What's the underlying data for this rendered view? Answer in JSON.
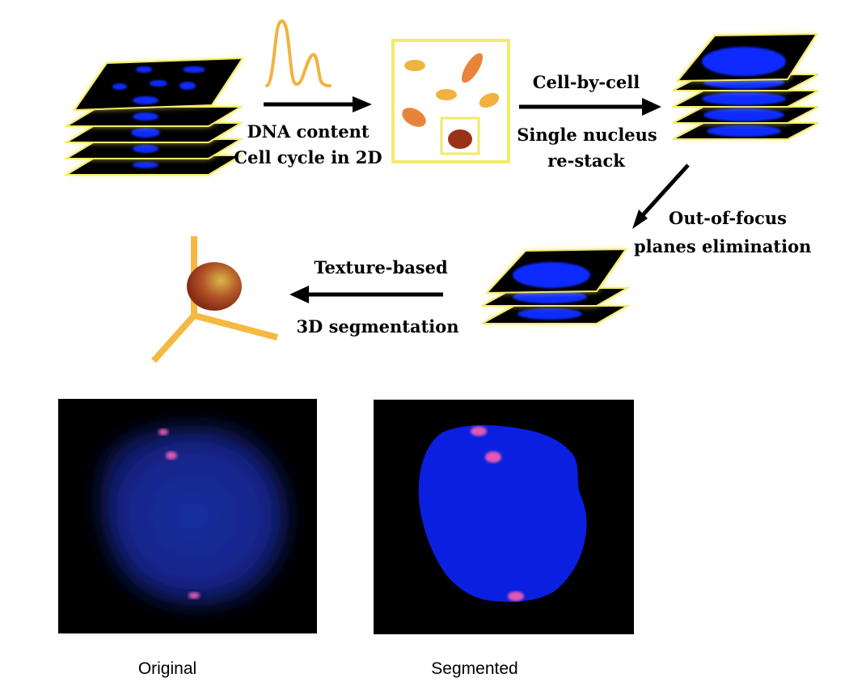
{
  "labels": {
    "dna_content": "DNA content",
    "cell_cycle_2d": "Cell cycle in 2D",
    "cell_by_cell": "Cell-by-cell",
    "single_nucleus": "Single nucleus",
    "re_stack": "re-stack",
    "out_of_focus": "Out-of-focus",
    "planes_elimination": "planes elimination",
    "texture_based": "Texture-based",
    "segmentation_3d": "3D segmentation"
  },
  "captions": {
    "original": "Original",
    "segmented": "Segmented"
  },
  "colors": {
    "plane": "#000000",
    "plane_border": "#f3ea6b",
    "nucleus_blue": "#0a2bff",
    "orange_light": "#f0b340",
    "orange_dark": "#e8843a",
    "brown": "#9a3218",
    "axis": "#f5b942",
    "foci": "#e05ab5"
  }
}
